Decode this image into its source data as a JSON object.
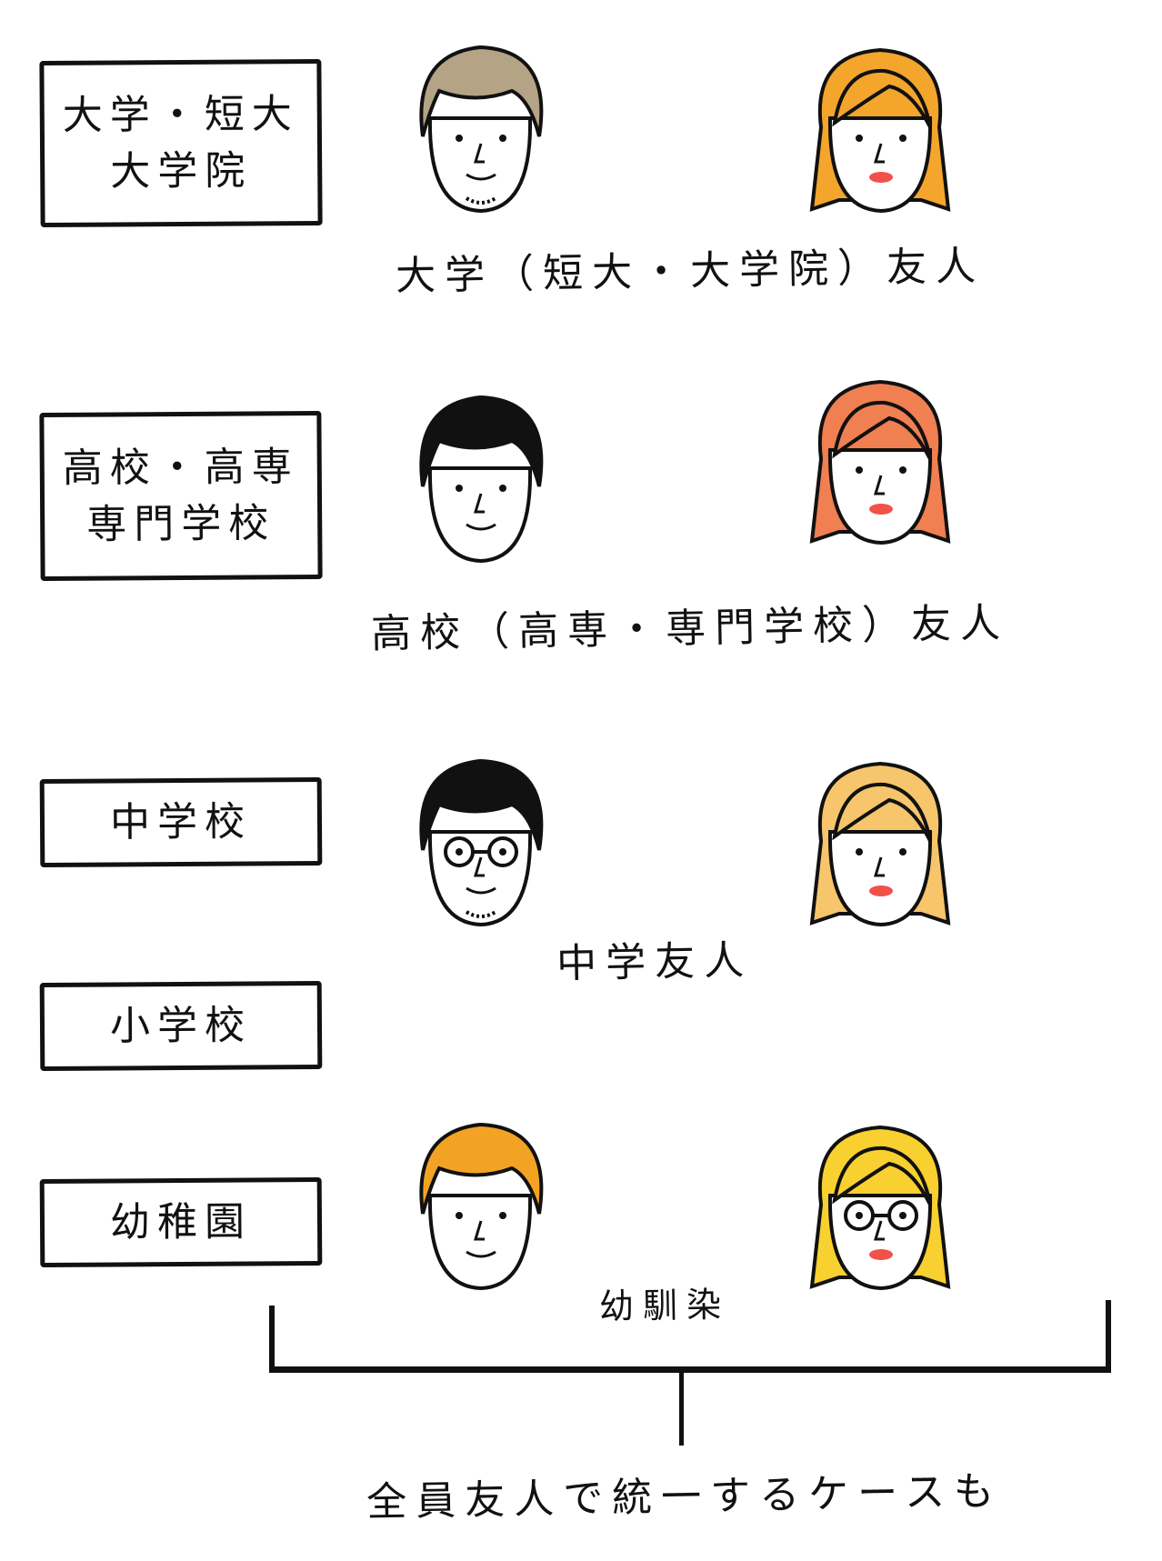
{
  "categories": [
    {
      "lines": [
        "大学・短大",
        "大学院"
      ]
    },
    {
      "lines": [
        "高校・高専",
        "専門学校"
      ]
    },
    {
      "lines": [
        "中学校"
      ]
    },
    {
      "lines": [
        "小学校"
      ]
    },
    {
      "lines": [
        "幼稚園"
      ]
    }
  ],
  "captions": {
    "university": "大学（短大・大学院）友人",
    "highschool": "高校（高専・専門学校）友人",
    "middleschool": "中学友人",
    "childhood": "幼馴染",
    "summary": "全員友人で統一するケースも"
  },
  "faces": [
    {
      "gender": "male",
      "hair": "#b5a386",
      "beard": true,
      "glasses": false
    },
    {
      "gender": "female",
      "hair": "#f4a52c",
      "beard": false,
      "glasses": false
    },
    {
      "gender": "male",
      "hair": "#111111",
      "beard": false,
      "glasses": false
    },
    {
      "gender": "female",
      "hair": "#f07f52",
      "beard": false,
      "glasses": false
    },
    {
      "gender": "male",
      "hair": "#111111",
      "beard": true,
      "glasses": true
    },
    {
      "gender": "female",
      "hair": "#f6c56c",
      "beard": false,
      "glasses": false
    },
    {
      "gender": "male",
      "hair": "#f3a324",
      "beard": false,
      "glasses": false
    },
    {
      "gender": "female",
      "hair": "#f8d030",
      "beard": false,
      "glasses": true
    }
  ],
  "colors": {
    "lips": "#f0524a",
    "ink": "#111111"
  }
}
